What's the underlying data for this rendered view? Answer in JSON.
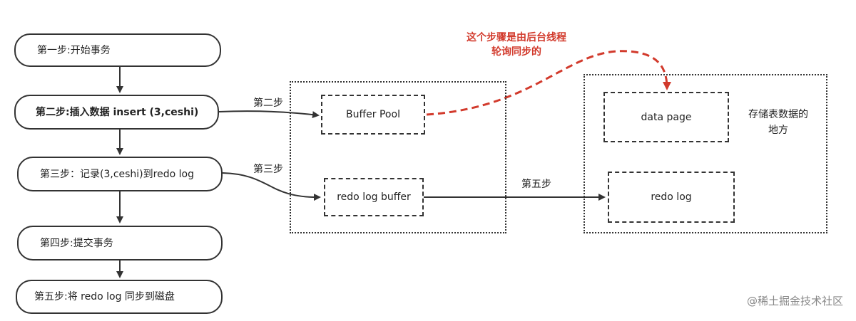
{
  "steps": {
    "step1": "第一步:开始事务",
    "step2": "第二步:插入数据 insert (3,ceshi)",
    "step3": "第三步：记录(3,ceshi)到redo log",
    "step4": "第四步:提交事务",
    "step5": "第五步:将 redo log 同步到磁盘"
  },
  "edge_labels": {
    "to_buffer_pool": "第二步",
    "to_redo_log_buffer": "第三步",
    "to_disk_redo_log": "第五步"
  },
  "memory_region": {
    "buffer_pool": "Buffer Pool",
    "redo_log_buffer": "redo log buffer"
  },
  "disk_region": {
    "data_page": "data page",
    "redo_log": "redo log",
    "note_line1": "存储表数据的",
    "note_line2": "地方"
  },
  "red_note": {
    "line1": "这个步骤是由后台线程",
    "line2": "轮询同步的"
  },
  "watermark": "@稀土掘金技术社区",
  "colors": {
    "line": "#333333",
    "highlight": "#d23a2c"
  }
}
